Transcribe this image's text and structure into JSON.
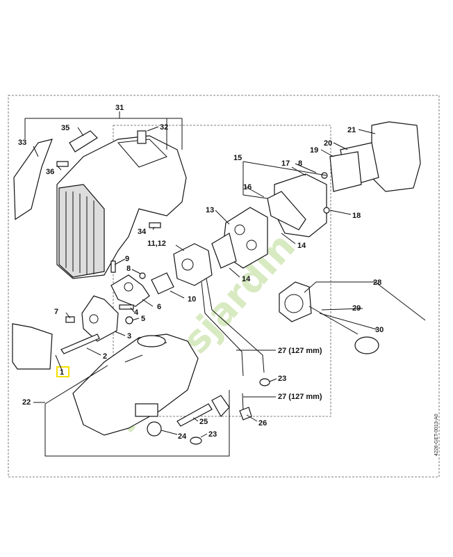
{
  "callouts": {
    "c31": "31",
    "c32": "32",
    "c33": "33",
    "c35": "35",
    "c36": "36",
    "c34": "34",
    "c21": "21",
    "c20": "20",
    "c19": "19",
    "c15": "15",
    "c17": "17",
    "c8a": "8",
    "c16": "16",
    "c18": "18",
    "c13": "13",
    "c14a": "14",
    "c1112": "11,12",
    "c14b": "14",
    "c9": "9",
    "c8b": "8",
    "c6": "6",
    "c10": "10",
    "c7": "7",
    "c4": "4",
    "c5": "5",
    "c3": "3",
    "c2": "2",
    "c1": "1",
    "c22": "22",
    "c28": "28",
    "c29": "29",
    "c30": "30",
    "c27a": "27 (127 mm)",
    "c23a": "23",
    "c27b": "27 (127 mm)",
    "c26": "26",
    "c25": "25",
    "c24": "24",
    "c23b": "23"
  },
  "diagram_code": "4226-GET-0013-A0",
  "watermark": "Ferelsjardin",
  "colors": {
    "highlight": "#f5e000",
    "watermark": "#b9d98f"
  }
}
